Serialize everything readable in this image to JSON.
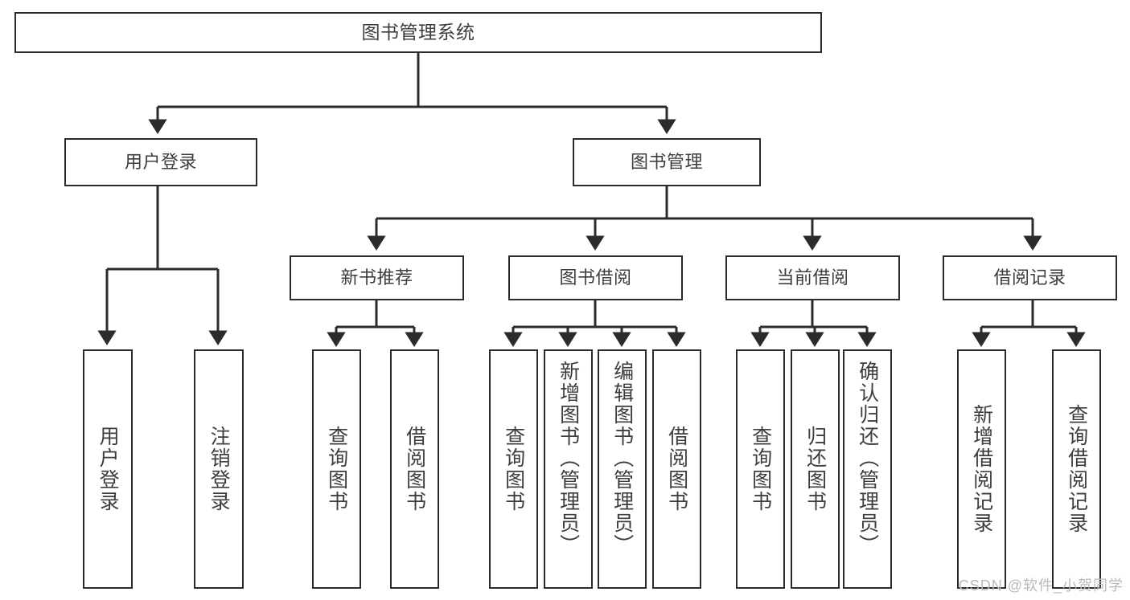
{
  "diagram": {
    "title": "图书管理系统",
    "type": "tree-structure-chart",
    "colors": {
      "box_border": "#2b2b2b",
      "box_fill": "#ffffff",
      "text": "#3d3d3d",
      "connector": "#2b2b2b",
      "watermark": "#b9b9b9"
    },
    "root": {
      "label": "图书管理系统"
    },
    "level2": [
      {
        "label": "用户登录"
      },
      {
        "label": "图书管理"
      }
    ],
    "level3": [
      {
        "label": "新书推荐"
      },
      {
        "label": "图书借阅"
      },
      {
        "label": "当前借阅"
      },
      {
        "label": "借阅记录"
      }
    ],
    "leaves": {
      "user_login": [
        {
          "label": "用户登录"
        },
        {
          "label": "注销登录"
        }
      ],
      "new_book_recommend": [
        {
          "label": "查询图书"
        },
        {
          "label": "借阅图书"
        }
      ],
      "book_borrow": [
        {
          "label": "查询图书"
        },
        {
          "label": "新增图书（管理员）"
        },
        {
          "label": "编辑图书（管理员）"
        },
        {
          "label": "借阅图书"
        }
      ],
      "current_borrow": [
        {
          "label": "查询图书"
        },
        {
          "label": "归还图书"
        },
        {
          "label": "确认归还（管理员）"
        }
      ],
      "borrow_record": [
        {
          "label": "新增借阅记录"
        },
        {
          "label": "查询借阅记录"
        }
      ]
    }
  },
  "watermark": {
    "text": "CSDN @软件_小贺同学"
  }
}
